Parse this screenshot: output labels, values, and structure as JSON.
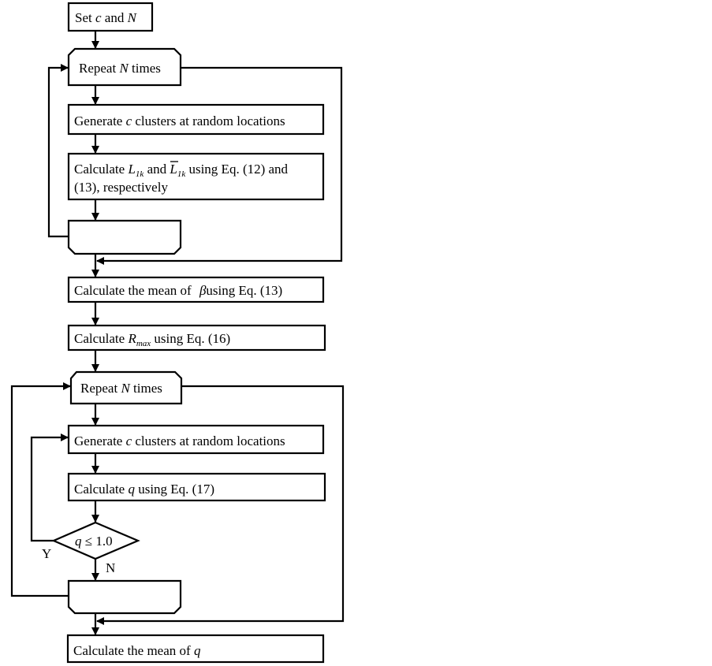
{
  "flowchart": {
    "set": {
      "t1": "Set ",
      "c": "c",
      "t2": " and ",
      "N": "N"
    },
    "repeat1": {
      "t1": "Repeat ",
      "N": "N",
      "t2": " times"
    },
    "generate1": {
      "t1": "Generate ",
      "c": "c",
      "t2": " clusters at random locations"
    },
    "calcL": {
      "t1": "Calculate ",
      "L": "L",
      "sub": "1k",
      "t2": " and ",
      "Lbar": "L",
      "subbar": "1k",
      "t3": " using Eq. (12) and",
      "line2": "(13), respectively"
    },
    "meanBeta": {
      "t1": "Calculate the mean of ",
      "beta": "β",
      "t2": "using Eq. (13)"
    },
    "rmax": {
      "t1": "Calculate ",
      "R": "R",
      "sub": "max",
      "t2": "  using Eq. (16)"
    },
    "repeat2": {
      "t1": "Repeat ",
      "N": "N",
      "t2": " times"
    },
    "generate2": {
      "t1": "Generate ",
      "c": "c",
      "t2": " clusters at random locations"
    },
    "calcQ": {
      "t1": "Calculate ",
      "q": "q",
      "t2": " using Eq. (17)"
    },
    "decision": {
      "q": "q",
      "cond": " ≤ 1.0",
      "yes": "Y",
      "no": "N"
    },
    "meanQ": {
      "t1": "Calculate the mean of  ",
      "q": "q"
    }
  }
}
